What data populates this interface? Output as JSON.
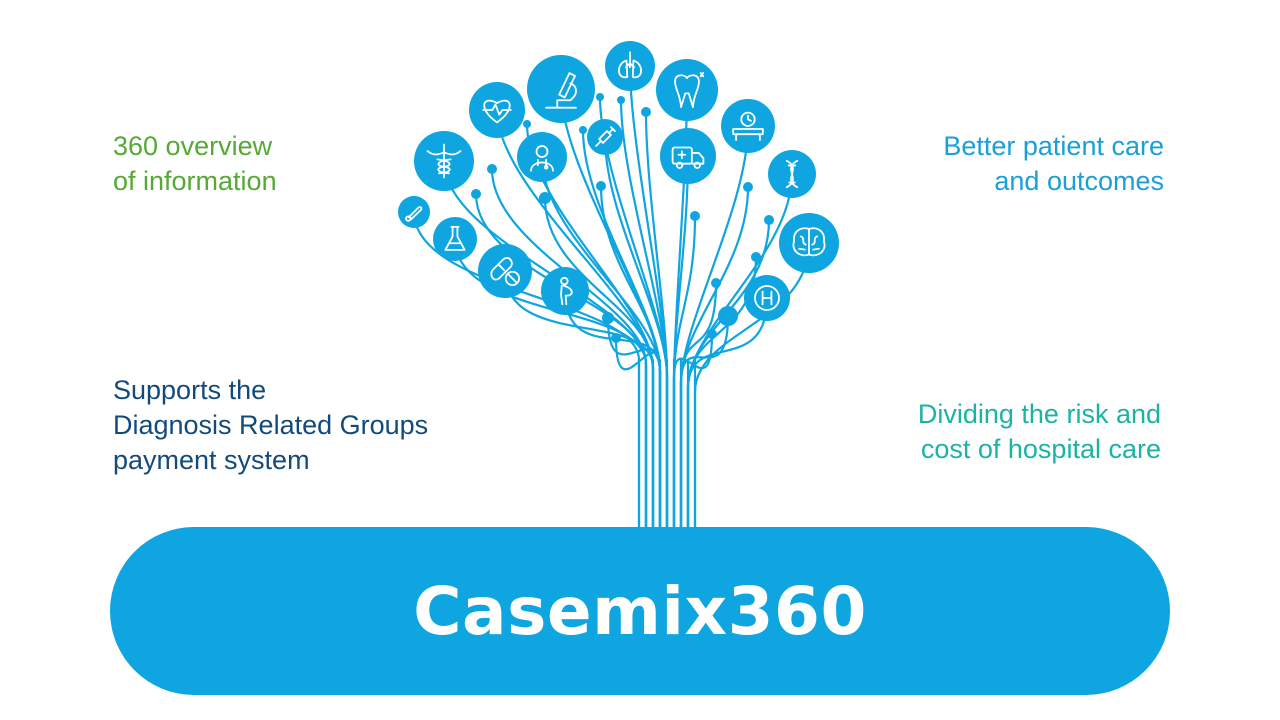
{
  "colors": {
    "tree_blue": "#0ea5e0",
    "pill_blue": "#0ea5e0",
    "green": "#57a936",
    "light_blue": "#1a9fd9",
    "navy": "#134a7c",
    "teal": "#1bb3a4",
    "icon_stroke": "#ffffff"
  },
  "product": {
    "name": "Casemix360"
  },
  "benefits": {
    "overview": "360 overview\nof information",
    "care": "Better patient care\nand outcomes",
    "drg": "Supports the\nDiagnosis Related Groups\npayment system",
    "risk": "Dividing the risk and\ncost of hospital care"
  },
  "tree_icons": [
    "lungs-icon",
    "microscope-icon",
    "tooth-icon",
    "heart-icon",
    "doctor-icon",
    "syringe-icon",
    "ambulance-icon",
    "clock-bed-icon",
    "caduceus-icon",
    "dna-icon",
    "thermometer-icon",
    "flask-icon",
    "brain-icon",
    "pills-icon",
    "pregnant-icon",
    "hospital-icon"
  ]
}
